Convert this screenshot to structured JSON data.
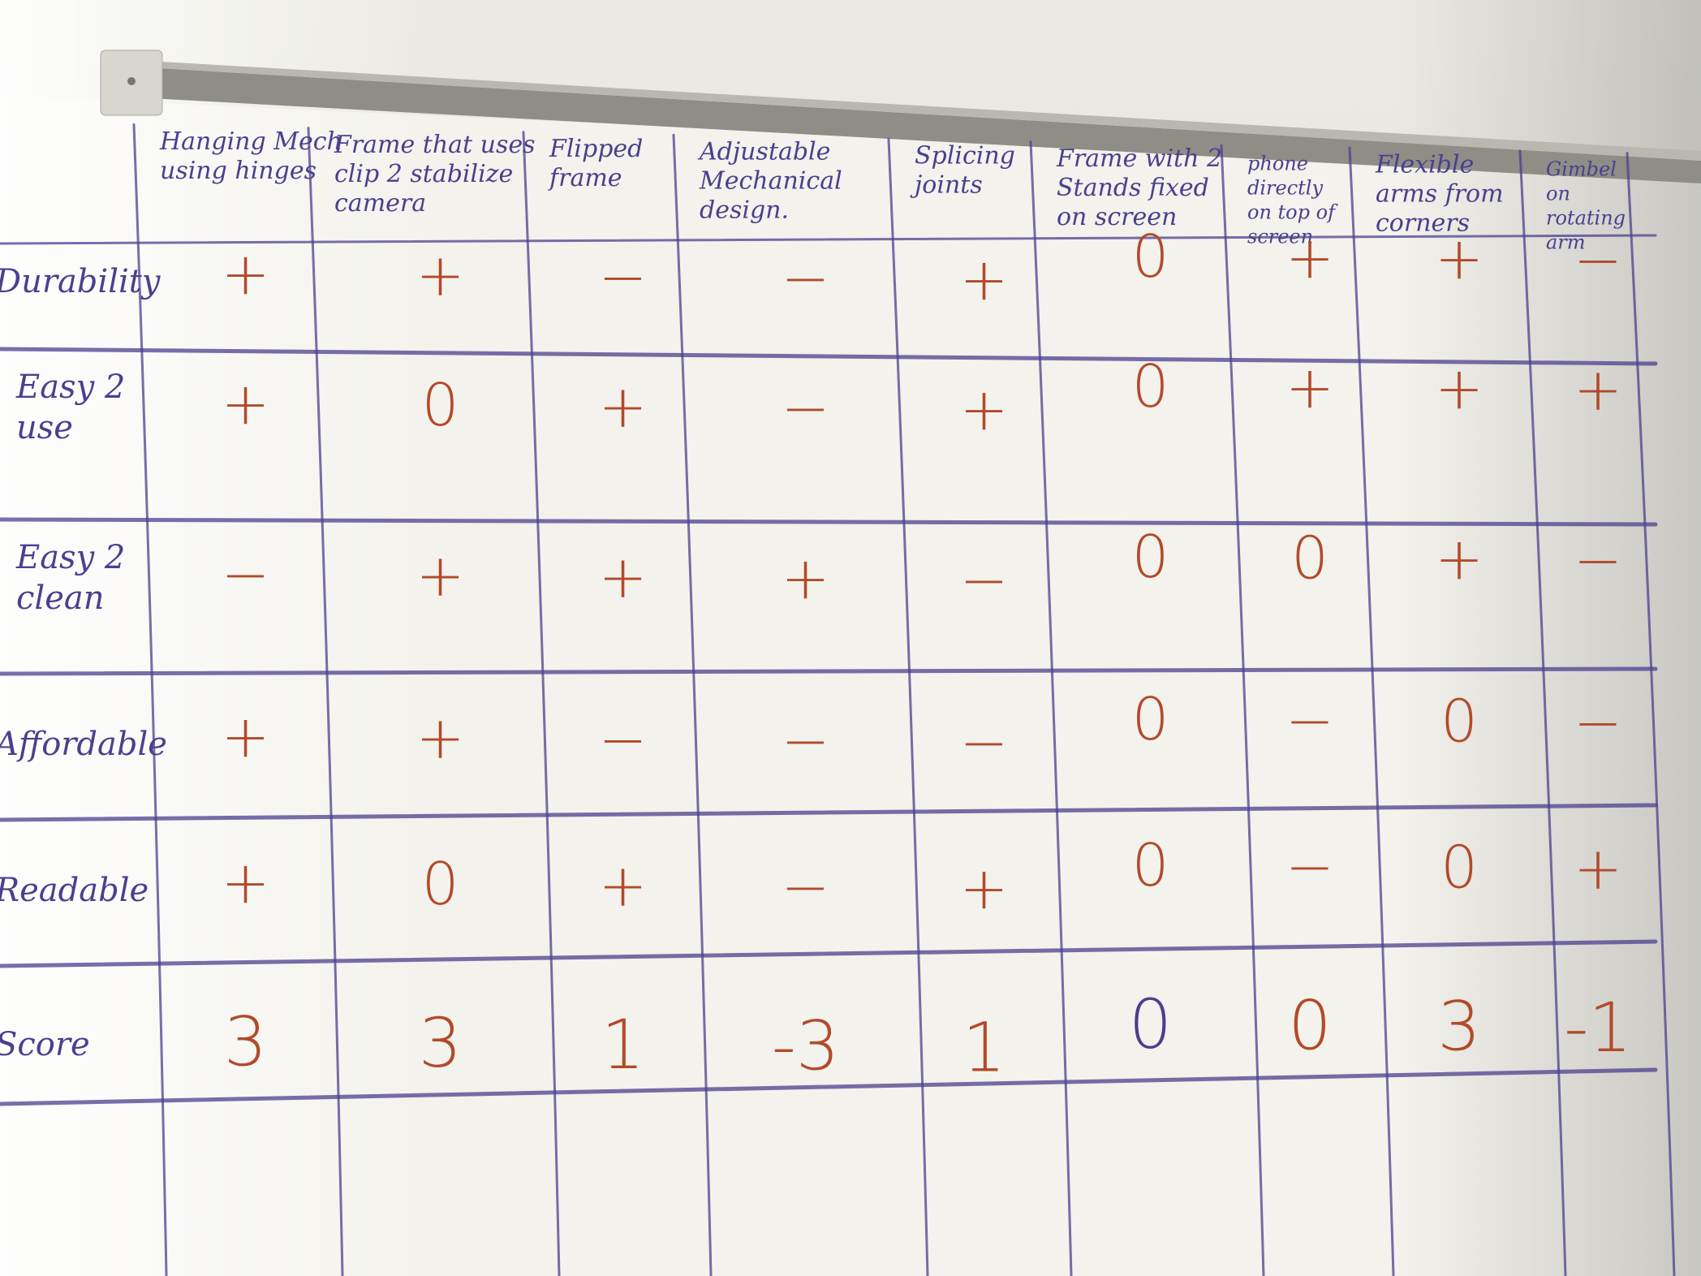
{
  "board": {
    "columns": [
      "Hanging Mech using hinges",
      "Frame that uses clip 2 stabilize camera",
      "Flipped frame",
      "Adjustable Mechanical design.",
      "Splicing joints",
      "Frame with 2 Stands fixed on screen",
      "phone directly on top of screen",
      "Flexible arms from corners",
      "Gimbel on rotating arm"
    ],
    "rows": [
      {
        "label": "Durability",
        "marks": [
          "+",
          "+",
          "−",
          "−",
          "+",
          "0",
          "+",
          "+",
          "−"
        ]
      },
      {
        "label": "Easy 2 use",
        "marks": [
          "+",
          "0",
          "+",
          "−",
          "+",
          "0",
          "+",
          "+",
          "+"
        ]
      },
      {
        "label": "Easy 2 clean",
        "marks": [
          "−",
          "+",
          "+",
          "+",
          "−",
          "0",
          "0",
          "+",
          "−"
        ]
      },
      {
        "label": "Affordable",
        "marks": [
          "+",
          "+",
          "−",
          "−",
          "−",
          "0",
          "−",
          "0",
          "−"
        ]
      },
      {
        "label": "Readable",
        "marks": [
          "+",
          "0",
          "+",
          "−",
          "+",
          "0",
          "−",
          "0",
          "+"
        ]
      },
      {
        "label": "Score",
        "marks": [
          "3",
          "3",
          "1",
          "-3",
          "1",
          "0",
          "0",
          "3",
          "-1"
        ]
      }
    ],
    "colors": {
      "ink_purple": "#4b3f8f",
      "ink_red": "#b24a2a",
      "board_white": "#f3f2ec",
      "rail_gray": "#8e8d86"
    }
  }
}
